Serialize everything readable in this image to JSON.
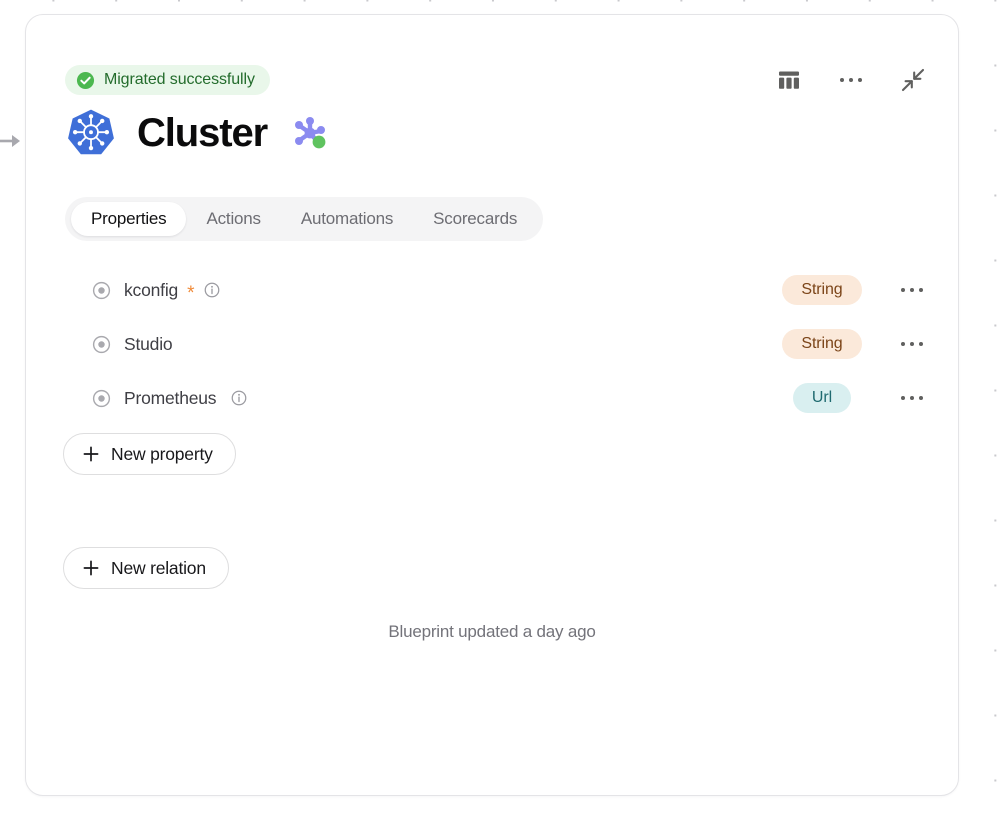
{
  "canvas": {
    "drawer_handle_icon": "arrow-right-icon",
    "grid_dot_color": "#c9c9cd"
  },
  "header": {
    "status": {
      "icon": "check-circle-icon",
      "label": "Migrated successfully",
      "bg_color": "#e9f7ea",
      "text_color": "#236c2c",
      "icon_color": "#49b84f"
    },
    "actions": [
      {
        "name": "table-view-icon",
        "label": "Table view"
      },
      {
        "name": "more-options-icon",
        "label": "More options"
      },
      {
        "name": "collapse-icon",
        "label": "Collapse"
      }
    ]
  },
  "title": {
    "icon": "kubernetes-logo-icon",
    "text": "Cluster",
    "blueprint_icon": "blueprint-node-icon",
    "blueprint_icon_color": "#8b8bf0",
    "status_dot_color": "#5fc35f"
  },
  "tabs": [
    {
      "label": "Properties",
      "active": true
    },
    {
      "label": "Actions",
      "active": false
    },
    {
      "label": "Automations",
      "active": false
    },
    {
      "label": "Scorecards",
      "active": false
    }
  ],
  "properties": [
    {
      "name": "kconfig",
      "required": true,
      "required_marker": "*",
      "has_info": true,
      "type": "String",
      "type_style": "string"
    },
    {
      "name": "Studio",
      "required": false,
      "required_marker": "",
      "has_info": false,
      "type": "String",
      "type_style": "string"
    },
    {
      "name": "Prometheus",
      "required": false,
      "required_marker": "",
      "has_info": true,
      "type": "Url",
      "type_style": "url"
    }
  ],
  "buttons": {
    "new_property": "New property",
    "new_relation": "New relation"
  },
  "footer": {
    "note": "Blueprint updated a day ago"
  },
  "colors": {
    "string_badge_bg": "#fbe9da",
    "string_badge_text": "#7b4418",
    "url_badge_bg": "#d9eff0",
    "url_badge_text": "#1f6a70",
    "required_star": "#f08b3a",
    "kubernetes_blue": "#3f6fd8"
  }
}
